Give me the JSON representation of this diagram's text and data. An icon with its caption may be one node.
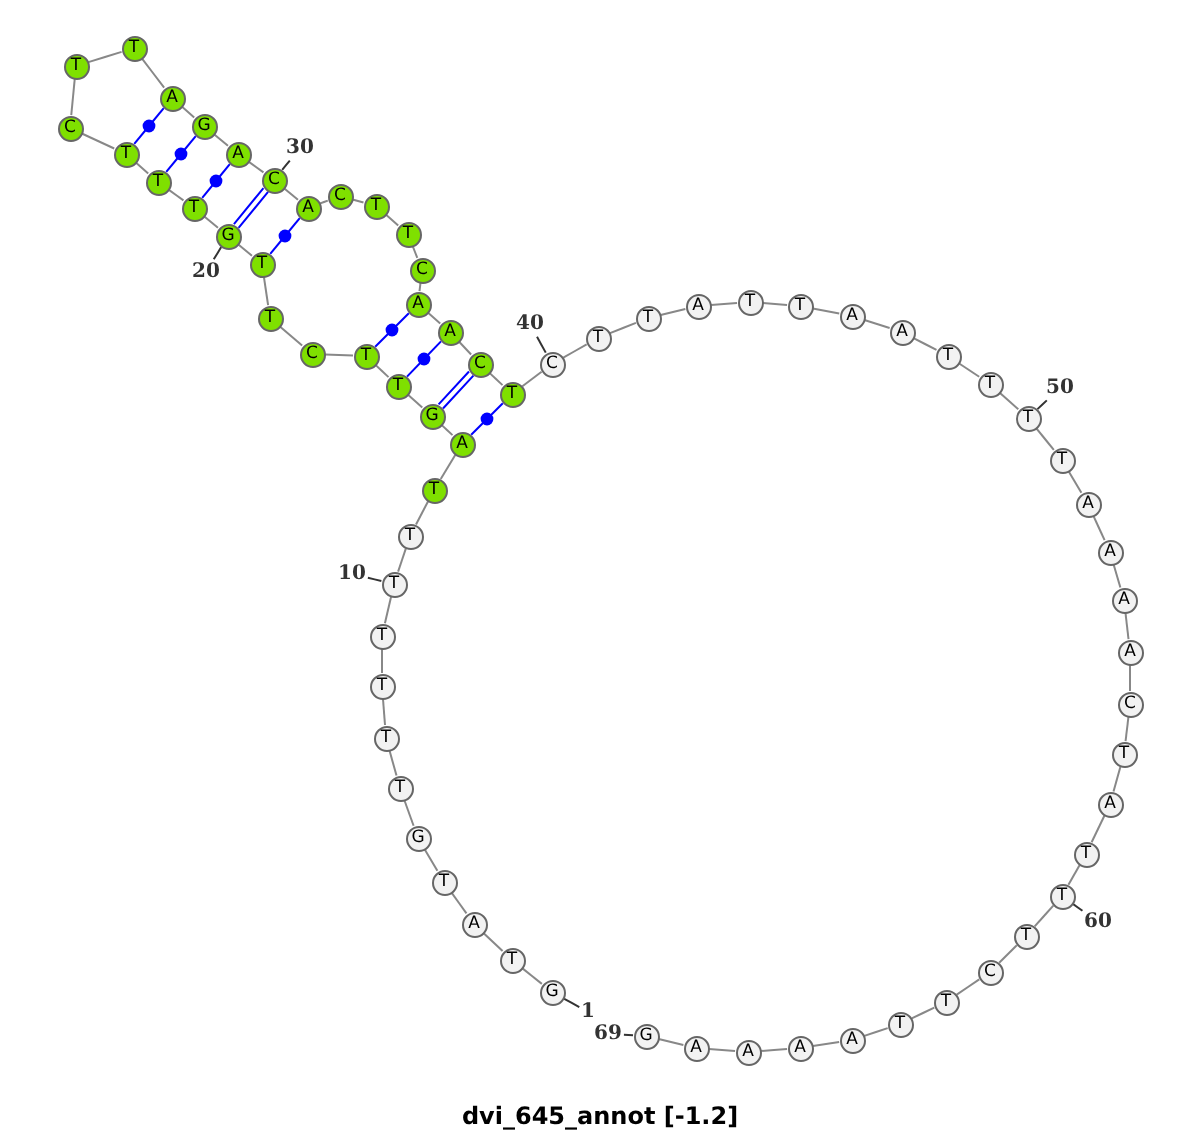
{
  "diagram": {
    "title": "dvi_645_annot [-1.2]",
    "nodes": [
      {
        "text": [
          "G"
        ]
      },
      {
        "text": [
          "T"
        ]
      },
      {
        "text": [
          "A"
        ]
      },
      {
        "text": [
          "T"
        ]
      },
      {
        "text": [
          "G"
        ]
      },
      {
        "text": [
          "T"
        ]
      },
      {
        "text": [
          "T"
        ]
      },
      {
        "text": [
          "T"
        ]
      },
      {
        "text": [
          "T"
        ]
      },
      {
        "text": [
          "T"
        ]
      },
      {
        "text": [
          "T"
        ]
      },
      {
        "text": [
          "T"
        ]
      },
      {
        "text": [
          "A"
        ]
      },
      {
        "text": [
          "G"
        ]
      },
      {
        "text": [
          "T"
        ]
      },
      {
        "text": [
          "T"
        ]
      },
      {
        "text": [
          "C"
        ]
      },
      {
        "text": [
          "T"
        ]
      },
      {
        "text": [
          "T"
        ]
      },
      {
        "text": [
          "G"
        ]
      },
      {
        "text": [
          "T"
        ]
      },
      {
        "text": [
          "T"
        ]
      },
      {
        "text": [
          "T"
        ]
      },
      {
        "text": [
          "C"
        ]
      },
      {
        "text": [
          "T"
        ]
      },
      {
        "text": [
          "T"
        ]
      },
      {
        "text": [
          "A"
        ]
      },
      {
        "text": [
          "G"
        ]
      },
      {
        "text": [
          "A"
        ]
      },
      {
        "text": [
          "C"
        ]
      },
      {
        "text": [
          "A"
        ]
      },
      {
        "text": [
          "C"
        ]
      },
      {
        "text": [
          "T"
        ]
      },
      {
        "text": [
          "T"
        ]
      },
      {
        "text": [
          "C"
        ]
      },
      {
        "text": [
          "A"
        ]
      },
      {
        "text": [
          "A"
        ]
      },
      {
        "text": [
          "C"
        ]
      },
      {
        "text": [
          "T"
        ]
      },
      {
        "text": [
          "C"
        ]
      },
      {
        "text": [
          "T"
        ]
      },
      {
        "text": [
          "T"
        ]
      },
      {
        "text": [
          "A"
        ]
      },
      {
        "text": [
          "T"
        ]
      },
      {
        "text": [
          "T"
        ]
      },
      {
        "text": [
          "A"
        ]
      },
      {
        "text": [
          "A"
        ]
      },
      {
        "text": [
          "T"
        ]
      },
      {
        "text": [
          "T"
        ]
      },
      {
        "text": [
          "T"
        ]
      },
      {
        "text": [
          "T"
        ]
      },
      {
        "text": [
          "A"
        ]
      },
      {
        "text": [
          "A"
        ]
      },
      {
        "text": [
          "A"
        ]
      },
      {
        "text": [
          "A"
        ]
      },
      {
        "text": [
          "C"
        ]
      },
      {
        "text": [
          "T"
        ]
      },
      {
        "text": [
          "A"
        ]
      },
      {
        "text": [
          "T"
        ]
      },
      {
        "text": [
          "T"
        ]
      },
      {
        "text": [
          "T"
        ]
      },
      {
        "text": [
          "C"
        ]
      },
      {
        "text": [
          "T"
        ]
      },
      {
        "text": [
          "T"
        ]
      },
      {
        "text": [
          "A"
        ]
      },
      {
        "text": [
          "A"
        ]
      },
      {
        "text": [
          "A"
        ]
      },
      {
        "text": [
          "A"
        ]
      },
      {
        "text": [
          "G"
        ]
      },
      {
        "text": [
          "1"
        ]
      },
      {
        "text": [
          "10"
        ]
      },
      {
        "text": [
          "20"
        ]
      },
      {
        "text": [
          "30"
        ]
      },
      {
        "text": [
          "40"
        ]
      },
      {
        "text": [
          "50"
        ]
      },
      {
        "text": [
          "60"
        ]
      },
      {
        "text": [
          "69"
        ]
      }
    ],
    "edges": [
      {
        "from": 0,
        "to": 1,
        "arrow": "none"
      },
      {
        "from": 1,
        "to": 2,
        "arrow": "none"
      },
      {
        "from": 2,
        "to": 3,
        "arrow": "none"
      },
      {
        "from": 3,
        "to": 4,
        "arrow": "none"
      },
      {
        "from": 4,
        "to": 5,
        "arrow": "none"
      },
      {
        "from": 5,
        "to": 6,
        "arrow": "none"
      },
      {
        "from": 6,
        "to": 7,
        "arrow": "none"
      },
      {
        "from": 7,
        "to": 8,
        "arrow": "none"
      },
      {
        "from": 8,
        "to": 9,
        "arrow": "none"
      },
      {
        "from": 9,
        "to": 10,
        "arrow": "none"
      },
      {
        "from": 10,
        "to": 11,
        "arrow": "none"
      },
      {
        "from": 11,
        "to": 12,
        "arrow": "none"
      },
      {
        "from": 12,
        "to": 13,
        "arrow": "none"
      },
      {
        "from": 13,
        "to": 14,
        "arrow": "none"
      },
      {
        "from": 14,
        "to": 15,
        "arrow": "none"
      },
      {
        "from": 15,
        "to": 16,
        "arrow": "none"
      },
      {
        "from": 16,
        "to": 17,
        "arrow": "none"
      },
      {
        "from": 17,
        "to": 18,
        "arrow": "none"
      },
      {
        "from": 18,
        "to": 19,
        "arrow": "none"
      },
      {
        "from": 19,
        "to": 20,
        "arrow": "none"
      },
      {
        "from": 20,
        "to": 21,
        "arrow": "none"
      },
      {
        "from": 21,
        "to": 22,
        "arrow": "none"
      },
      {
        "from": 22,
        "to": 23,
        "arrow": "none"
      },
      {
        "from": 23,
        "to": 24,
        "arrow": "none"
      },
      {
        "from": 24,
        "to": 25,
        "arrow": "none"
      },
      {
        "from": 25,
        "to": 26,
        "arrow": "none"
      },
      {
        "from": 26,
        "to": 27,
        "arrow": "none"
      },
      {
        "from": 27,
        "to": 28,
        "arrow": "none"
      },
      {
        "from": 28,
        "to": 29,
        "arrow": "none"
      },
      {
        "from": 29,
        "to": 30,
        "arrow": "none"
      },
      {
        "from": 30,
        "to": 31,
        "arrow": "none"
      },
      {
        "from": 31,
        "to": 32,
        "arrow": "none"
      },
      {
        "from": 32,
        "to": 33,
        "arrow": "none"
      },
      {
        "from": 33,
        "to": 34,
        "arrow": "none"
      },
      {
        "from": 34,
        "to": 35,
        "arrow": "none"
      },
      {
        "from": 35,
        "to": 36,
        "arrow": "none"
      },
      {
        "from": 36,
        "to": 37,
        "arrow": "none"
      },
      {
        "from": 37,
        "to": 38,
        "arrow": "none"
      },
      {
        "from": 38,
        "to": 39,
        "arrow": "none"
      },
      {
        "from": 39,
        "to": 40,
        "arrow": "none"
      },
      {
        "from": 40,
        "to": 41,
        "arrow": "none"
      },
      {
        "from": 41,
        "to": 42,
        "arrow": "none"
      },
      {
        "from": 42,
        "to": 43,
        "arrow": "none"
      },
      {
        "from": 43,
        "to": 44,
        "arrow": "none"
      },
      {
        "from": 44,
        "to": 45,
        "arrow": "none"
      },
      {
        "from": 45,
        "to": 46,
        "arrow": "none"
      },
      {
        "from": 46,
        "to": 47,
        "arrow": "none"
      },
      {
        "from": 47,
        "to": 48,
        "arrow": "none"
      },
      {
        "from": 48,
        "to": 49,
        "arrow": "none"
      },
      {
        "from": 49,
        "to": 50,
        "arrow": "none"
      },
      {
        "from": 50,
        "to": 51,
        "arrow": "none"
      },
      {
        "from": 51,
        "to": 52,
        "arrow": "none"
      },
      {
        "from": 52,
        "to": 53,
        "arrow": "none"
      },
      {
        "from": 53,
        "to": 54,
        "arrow": "none"
      },
      {
        "from": 54,
        "to": 55,
        "arrow": "none"
      },
      {
        "from": 55,
        "to": 56,
        "arrow": "none"
      },
      {
        "from": 56,
        "to": 57,
        "arrow": "none"
      },
      {
        "from": 57,
        "to": 58,
        "arrow": "none"
      },
      {
        "from": 58,
        "to": 59,
        "arrow": "none"
      },
      {
        "from": 59,
        "to": 60,
        "arrow": "none"
      },
      {
        "from": 60,
        "to": 61,
        "arrow": "none"
      },
      {
        "from": 61,
        "to": 62,
        "arrow": "none"
      },
      {
        "from": 62,
        "to": 63,
        "arrow": "none"
      },
      {
        "from": 63,
        "to": 64,
        "arrow": "none"
      },
      {
        "from": 64,
        "to": 65,
        "arrow": "none"
      },
      {
        "from": 65,
        "to": 66,
        "arrow": "none"
      },
      {
        "from": 66,
        "to": 67,
        "arrow": "none"
      },
      {
        "from": 67,
        "to": 68,
        "arrow": "none"
      },
      {
        "from": 12,
        "to": 38,
        "arrow": "none",
        "color": "#0000ff"
      },
      {
        "from": 13,
        "to": 37,
        "arrow": "none",
        "color": "#0000ff"
      },
      {
        "from": 14,
        "to": 36,
        "arrow": "none",
        "color": "#0000ff"
      },
      {
        "from": 15,
        "to": 35,
        "arrow": "none",
        "color": "#0000ff"
      },
      {
        "from": 18,
        "to": 30,
        "arrow": "none",
        "color": "#0000ff"
      },
      {
        "from": 19,
        "to": 29,
        "arrow": "none",
        "color": "#0000ff"
      },
      {
        "from": 20,
        "to": 28,
        "arrow": "none",
        "color": "#0000ff"
      },
      {
        "from": 21,
        "to": 27,
        "arrow": "none",
        "color": "#0000ff"
      },
      {
        "from": 22,
        "to": 26,
        "arrow": "none",
        "color": "#0000ff"
      },
      {
        "from": 69,
        "to": 0,
        "arrow": "none",
        "color": "#333333"
      },
      {
        "from": 70,
        "to": 9,
        "arrow": "none",
        "color": "#333333"
      },
      {
        "from": 71,
        "to": 19,
        "arrow": "none",
        "color": "#333333"
      },
      {
        "from": 72,
        "to": 29,
        "arrow": "none",
        "color": "#333333"
      },
      {
        "from": 73,
        "to": 39,
        "arrow": "none",
        "color": "#333333"
      },
      {
        "from": 74,
        "to": 49,
        "arrow": "none",
        "color": "#333333"
      },
      {
        "from": 75,
        "to": 59,
        "arrow": "none",
        "color": "#333333"
      },
      {
        "from": 76,
        "to": 68,
        "arrow": "none",
        "color": "#333333"
      }
    ]
  }
}
